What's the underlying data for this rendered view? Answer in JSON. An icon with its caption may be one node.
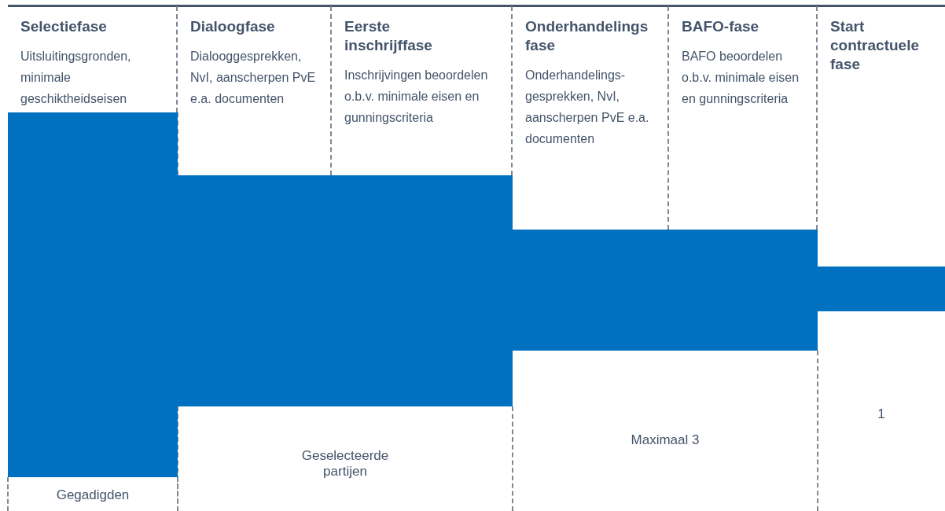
{
  "diagram": {
    "nodes": [
      {
        "text": [
          "Selectiefase",
          "Uitsluitingsgronden, minimale geschiktheidseisen"
        ]
      },
      {
        "text": [
          "Dialoogfase",
          "Dialooggesprekken, NvI, aanscherpen PvE e.a. documenten"
        ]
      },
      {
        "text": [
          "Eerste inschrijffase",
          "Inschrijvingen beoordelen o.b.v. minimale eisen en gunningscriteria"
        ]
      },
      {
        "text": [
          "Onderhandelings fase",
          "Onderhandelings- gesprekken, NvI, aanscherpen PvE e.a. documenten"
        ]
      },
      {
        "text": [
          "BAFO-fase",
          "BAFO beoordelen o.b.v. minimale eisen en gunningscriteria"
        ]
      },
      {
        "text": [
          "Start contractuele fase"
        ]
      },
      {
        "text": [],
        "shape": "bar"
      },
      {
        "text": [],
        "shape": "bar"
      },
      {
        "text": [],
        "shape": "bar"
      },
      {
        "text": [],
        "shape": "bar"
      }
    ],
    "labels": [
      "Gegadigden",
      "Geselecteerde partijen",
      "Maximaal 3",
      "1"
    ]
  }
}
